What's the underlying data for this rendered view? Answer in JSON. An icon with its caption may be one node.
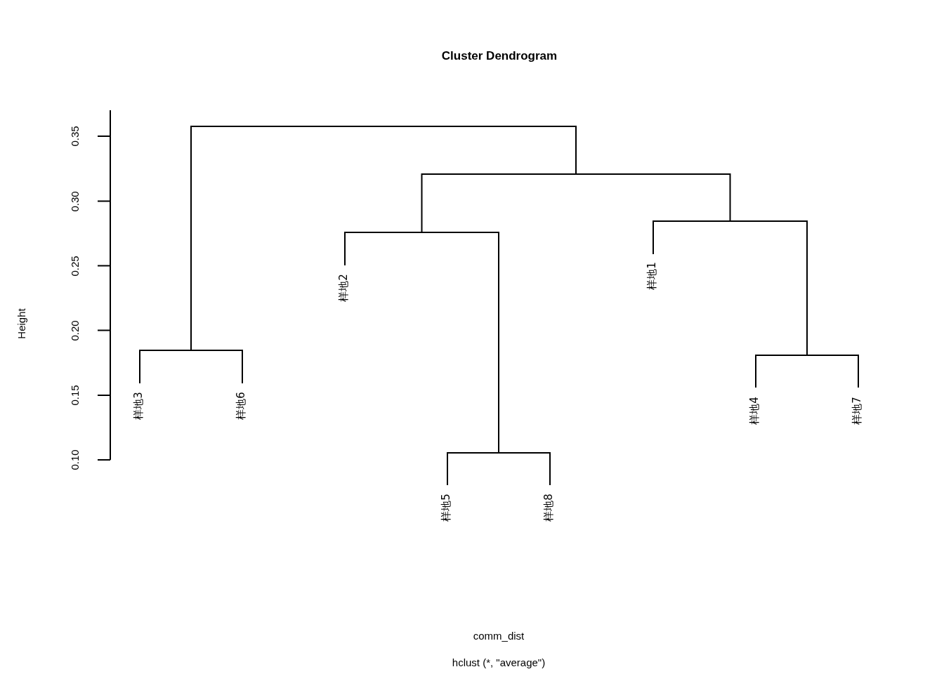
{
  "diagram": {
    "title": "Cluster Dendrogram",
    "labels": [
      "0.35",
      "0.30",
      "0.25",
      "0.20",
      "0.15",
      "0.10",
      "Height",
      "样地3",
      "样地6",
      "样地2",
      "样地5",
      "样地8",
      "样地1",
      "样地4",
      "样地7",
      "comm_dist",
      "hclust (*, \"average\")"
    ]
  }
}
